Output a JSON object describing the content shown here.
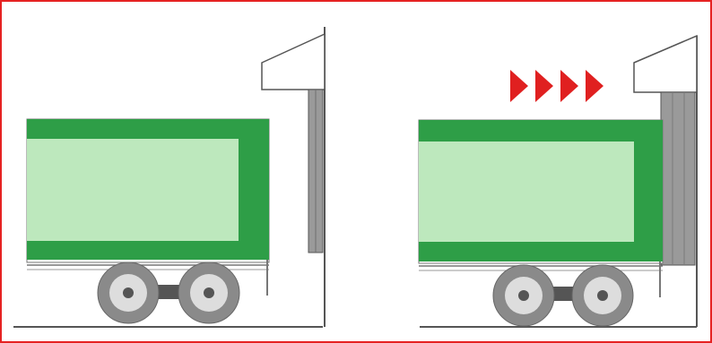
{
  "colors": {
    "frame_border": "#e52222",
    "trailer_dark_green": "#2e9e47",
    "trailer_light_green": "#bde8bd",
    "wheel_tire": "#8a8a8a",
    "wheel_hub": "#dddddd",
    "seal_grey": "#9a9a9a",
    "arrow_red": "#e02020",
    "line": "#555555"
  },
  "panels": [
    {
      "id": "before",
      "arrows": 0,
      "seal_state": "open"
    },
    {
      "id": "after",
      "arrows": 4,
      "seal_state": "compressed"
    }
  ]
}
